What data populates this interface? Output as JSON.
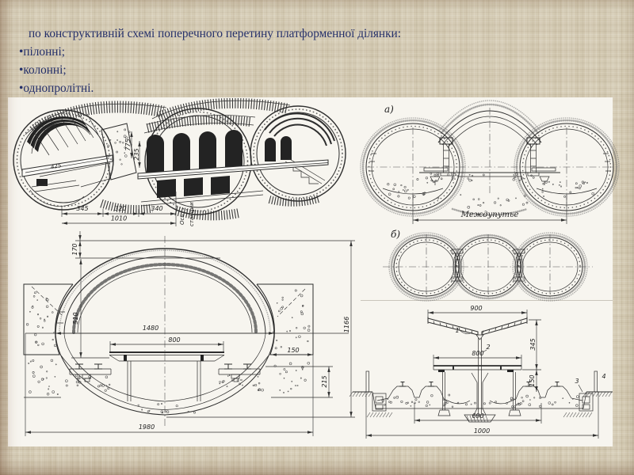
{
  "slide": {
    "title": "по конструктивній схемі поперечного перетину платформенної ділянки:",
    "bullets": [
      {
        "marker": "•",
        "text": "пілонні;"
      },
      {
        "marker": "•",
        "text": "колонні;"
      },
      {
        "marker": "•",
        "text": "однопролітні."
      }
    ]
  },
  "pylon_drawing": {
    "dim_345": "345",
    "dim_320": "320",
    "dim_340": "340",
    "dim_1010": "1010",
    "dim_775": "775",
    "dim_235": "235",
    "dim_425": "425",
    "axis_word1": "Ось",
    "axis_word2": "станции"
  },
  "column_drawing": {
    "label": "а)",
    "dim_label": "Междупутье"
  },
  "circles_drawing": {
    "label": "б)"
  },
  "vault_drawing": {
    "dim_170": "170",
    "dim_510": "510",
    "dim_1480": "1480",
    "dim_800": "800",
    "dim_150": "150",
    "dim_215": "215",
    "dim_1166": "1166",
    "dim_1980": "1980"
  },
  "surface_drawing": {
    "dim_900": "900",
    "dim_800": "800",
    "dim_345": "345",
    "dim_150": "150",
    "dim_690": "690",
    "dim_1000": "1000",
    "callout_1": "1",
    "callout_2": "2",
    "callout_3": "3",
    "callout_4": "4"
  }
}
